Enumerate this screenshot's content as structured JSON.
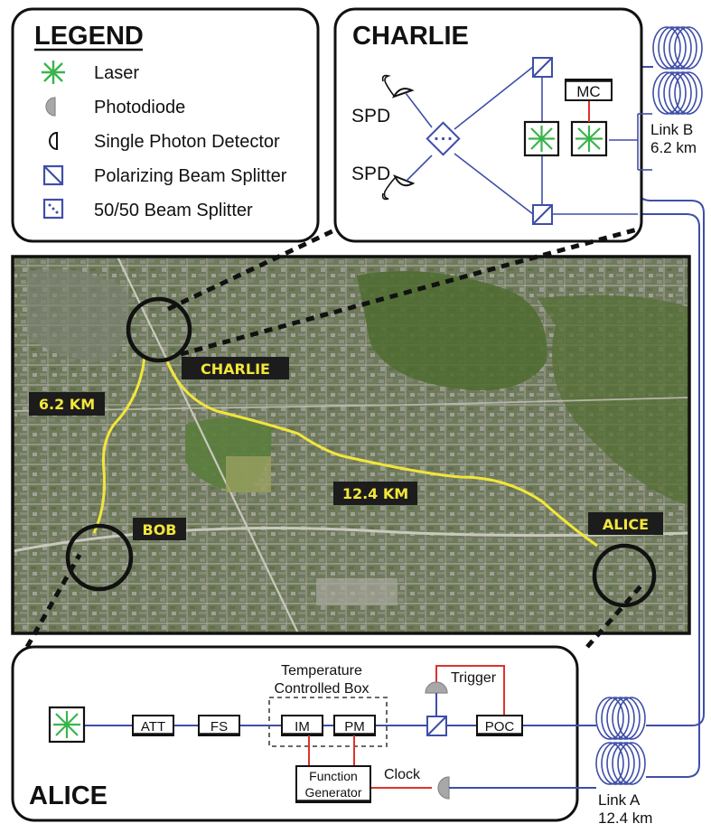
{
  "legend": {
    "title": "LEGEND",
    "items": [
      {
        "icon": "laser-icon",
        "label": "Laser"
      },
      {
        "icon": "photodiode-icon",
        "label": "Photodiode"
      },
      {
        "icon": "single-photon-detector-icon",
        "label": "Single Photon Detector"
      },
      {
        "icon": "polarizing-beam-splitter-icon",
        "label": "Polarizing Beam Splitter"
      },
      {
        "icon": "beam-splitter-50-50-icon",
        "label": "50/50 Beam Splitter"
      }
    ]
  },
  "charlie": {
    "title": "CHARLIE",
    "spd_top": "SPD",
    "spd_bottom": "SPD",
    "mc": "MC",
    "link_b_line1": "Link B",
    "link_b_line2": "6.2 km"
  },
  "map": {
    "distance_bob": "6.2 KM",
    "distance_alice": "12.4 KM",
    "charlie": "CHARLIE",
    "bob": "BOB",
    "alice": "ALICE"
  },
  "alice": {
    "title": "ALICE",
    "att": "ATT",
    "fs": "FS",
    "temp_line1": "Temperature",
    "temp_line2": "Controlled Box",
    "im": "IM",
    "pm": "PM",
    "trigger": "Trigger",
    "poc": "POC",
    "fg_line1": "Function",
    "fg_line2": "Generator",
    "clock": "Clock",
    "link_a_line1": "Link A",
    "link_a_line2": "12.4 km"
  },
  "colors": {
    "fiber": "#3f4ea8",
    "laser": "#39b54a",
    "electrical": "#e0322d",
    "route": "#f2e63a",
    "panel_border": "#111111"
  }
}
